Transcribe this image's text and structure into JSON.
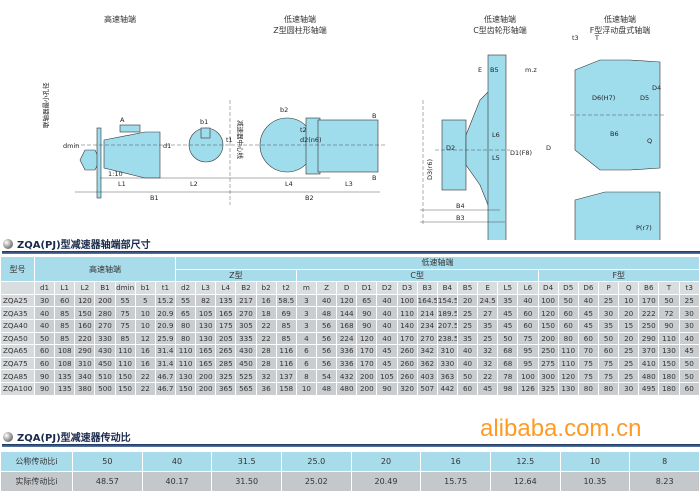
{
  "diagram": {
    "captions": {
      "high": "高速轴端",
      "z": [
        "低速轴端",
        "Z型圆柱形轴端"
      ],
      "c": [
        "低速轴端",
        "C型齿轮形轴端"
      ],
      "f": [
        "低速轴端",
        "F型浮动盘式轴端"
      ]
    },
    "labels": {
      "dmin": "dmin",
      "d1": "d1",
      "A": "A",
      "taper": "1:10",
      "b1": "b1",
      "t1": "t1",
      "L1": "L1",
      "L2": "L2",
      "B1": "B1",
      "b2": "b2",
      "t2": "t2",
      "d2": "d2(n6)",
      "B": "B",
      "L4": "L4",
      "L3": "L3",
      "B2": "B2",
      "centerline": "减速器中心线",
      "shaft_hole": "联轴器最小孔径",
      "E": "E",
      "B5": "B5",
      "mz": "m.z",
      "D3": "D3(r6)",
      "D2": "D2",
      "L6": "L6",
      "L5": "L5",
      "D1": "D1(F8)",
      "D": "D",
      "B4": "B4",
      "B3": "B3",
      "t3": "t3",
      "T": "T",
      "D6": "D6(H7)",
      "D5": "D5",
      "D4": "D4",
      "B6": "B6",
      "Q": "Q",
      "P": "P(r7)"
    }
  },
  "dimension_table": {
    "title": "ZQA(PJ)型减速器轴端部尺寸",
    "type_header": "型号",
    "high_speed": "高速轴端",
    "low_speed": "低速轴端",
    "z_type": "Z型",
    "c_type": "C型",
    "f_type": "F型",
    "symbols": [
      "d1",
      "L1",
      "L2",
      "B1",
      "dmin",
      "b1",
      "t1",
      "d2",
      "L3",
      "L4",
      "B2",
      "b2",
      "t2",
      "m",
      "Z",
      "D",
      "D1",
      "D2",
      "D3",
      "B3",
      "B4",
      "B5",
      "E",
      "L5",
      "L6",
      "D4",
      "D5",
      "D6",
      "P",
      "Q",
      "B6",
      "T",
      "t3"
    ],
    "rows": [
      [
        "ZQA25",
        "30",
        "60",
        "120",
        "200",
        "55",
        "5",
        "15.2",
        "55",
        "82",
        "135",
        "217",
        "16",
        "58.5",
        "3",
        "40",
        "120",
        "65",
        "40",
        "100",
        "164.5",
        "154.5",
        "20",
        "24.5",
        "35",
        "40",
        "100",
        "50",
        "40",
        "25",
        "10",
        "170",
        "50",
        "25"
      ],
      [
        "ZQA35",
        "40",
        "85",
        "150",
        "280",
        "75",
        "10",
        "20.9",
        "65",
        "105",
        "165",
        "270",
        "18",
        "69",
        "3",
        "48",
        "144",
        "90",
        "40",
        "110",
        "214",
        "189.5",
        "25",
        "27",
        "45",
        "60",
        "120",
        "60",
        "45",
        "30",
        "20",
        "222",
        "72",
        "30"
      ],
      [
        "ZQA40",
        "40",
        "85",
        "160",
        "270",
        "75",
        "10",
        "20.9",
        "80",
        "130",
        "175",
        "305",
        "22",
        "85",
        "3",
        "56",
        "168",
        "90",
        "40",
        "140",
        "234",
        "207.5",
        "25",
        "35",
        "45",
        "60",
        "150",
        "60",
        "45",
        "35",
        "15",
        "250",
        "90",
        "30"
      ],
      [
        "ZQA50",
        "50",
        "85",
        "220",
        "330",
        "85",
        "12",
        "25.9",
        "80",
        "130",
        "205",
        "335",
        "22",
        "85",
        "4",
        "56",
        "224",
        "120",
        "40",
        "170",
        "270",
        "238.5",
        "35",
        "25",
        "50",
        "75",
        "200",
        "80",
        "60",
        "50",
        "20",
        "290",
        "110",
        "40"
      ],
      [
        "ZQA65",
        "60",
        "108",
        "290",
        "430",
        "110",
        "16",
        "31.4",
        "110",
        "165",
        "265",
        "430",
        "28",
        "116",
        "6",
        "56",
        "336",
        "170",
        "45",
        "260",
        "342",
        "310",
        "40",
        "32",
        "68",
        "95",
        "250",
        "110",
        "70",
        "60",
        "25",
        "370",
        "130",
        "45"
      ],
      [
        "ZQA75",
        "60",
        "108",
        "310",
        "450",
        "110",
        "16",
        "31.4",
        "110",
        "165",
        "285",
        "450",
        "28",
        "116",
        "6",
        "56",
        "336",
        "170",
        "45",
        "260",
        "362",
        "330",
        "40",
        "32",
        "68",
        "95",
        "275",
        "110",
        "75",
        "75",
        "25",
        "410",
        "150",
        "50"
      ],
      [
        "ZQA85",
        "90",
        "135",
        "340",
        "510",
        "150",
        "22",
        "46.7",
        "130",
        "200",
        "325",
        "525",
        "32",
        "137",
        "8",
        "54",
        "432",
        "200",
        "105",
        "260",
        "403",
        "363",
        "50",
        "22",
        "78",
        "100",
        "300",
        "120",
        "75",
        "75",
        "25",
        "480",
        "180",
        "50"
      ],
      [
        "ZQA100",
        "90",
        "135",
        "380",
        "500",
        "150",
        "22",
        "46.7",
        "150",
        "200",
        "365",
        "565",
        "36",
        "158",
        "10",
        "48",
        "480",
        "200",
        "90",
        "320",
        "507",
        "442",
        "60",
        "45",
        "98",
        "126",
        "325",
        "130",
        "80",
        "80",
        "30",
        "495",
        "180",
        "60"
      ]
    ]
  },
  "ratio_table": {
    "title": "ZQA(PJ)型减速器传动比",
    "nominal_label": "公称传动比i",
    "actual_label": "实际传动比i",
    "nominal": [
      "50",
      "40",
      "31.5",
      "25.0",
      "20",
      "16",
      "12.5",
      "10",
      "8"
    ],
    "actual": [
      "48.57",
      "40.17",
      "31.50",
      "25.02",
      "20.49",
      "15.75",
      "12.64",
      "10.35",
      "8.23"
    ]
  },
  "watermark": "alibaba.com.cn"
}
